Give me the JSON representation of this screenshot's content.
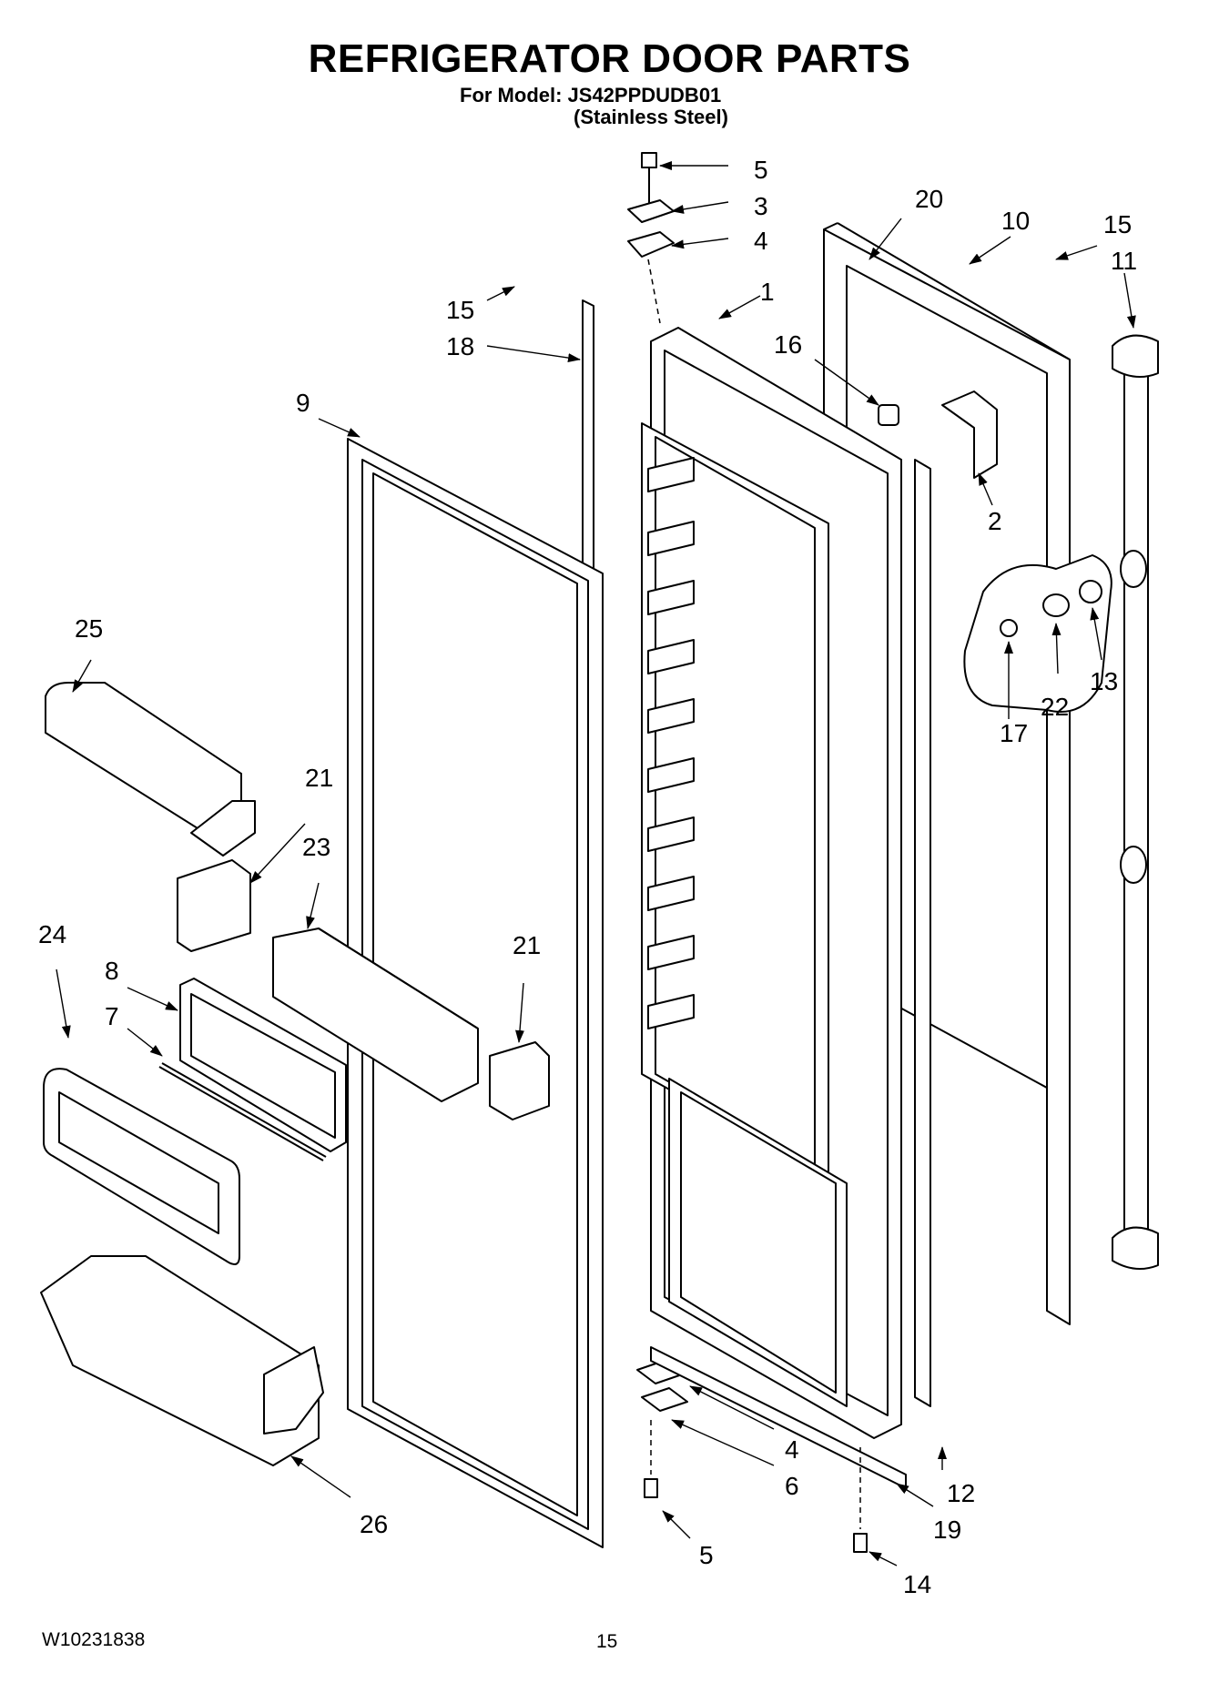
{
  "header": {
    "title": "REFRIGERATOR DOOR PARTS",
    "model_line": "For Model: JS42PPDUDB01",
    "finish_line": "(Stainless Steel)"
  },
  "footer": {
    "doc_number": "W10231838",
    "page_number": "15"
  },
  "callouts": {
    "c1": "1",
    "c2": "2",
    "c3": "3",
    "c4a": "4",
    "c4b": "4",
    "c5a": "5",
    "c5b": "5",
    "c6": "6",
    "c7": "7",
    "c8": "8",
    "c9": "9",
    "c10": "10",
    "c11": "11",
    "c12": "12",
    "c13": "13",
    "c14": "14",
    "c15a": "15",
    "c15b": "15",
    "c16": "16",
    "c17": "17",
    "c18": "18",
    "c19": "19",
    "c20": "20",
    "c21a": "21",
    "c21b": "21",
    "c22": "22",
    "c23": "23",
    "c24": "24",
    "c25": "25",
    "c26": "26"
  }
}
